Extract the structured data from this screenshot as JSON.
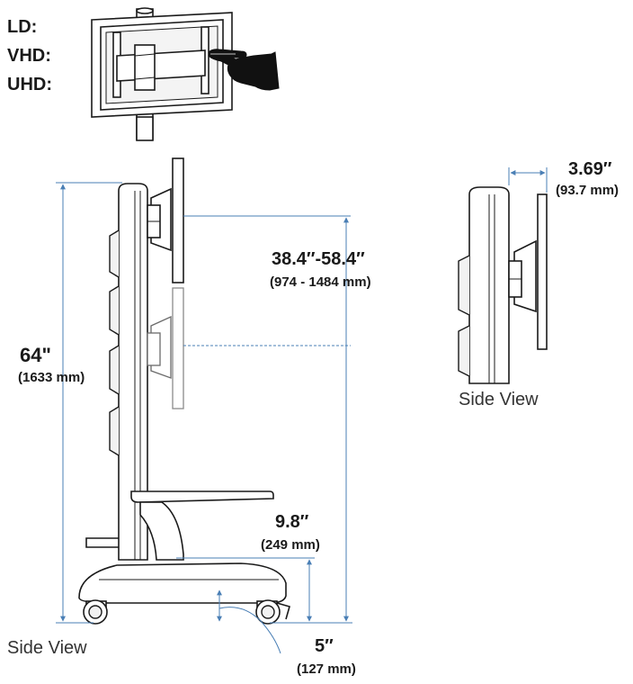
{
  "labels": {
    "ld": "LD:",
    "vhd": "VHD:",
    "uhd": "UHD:"
  },
  "dimensions": {
    "height_in": "64\"",
    "height_mm": "(1633 mm)",
    "range_in": "38.4″-58.4″",
    "range_mm": "(974 - 1484 mm)",
    "depth_in": "3.69″",
    "depth_mm": "(93.7 mm)",
    "shelf_in": "9.8″",
    "shelf_mm": "(249 mm)",
    "caster_in": "5″",
    "caster_mm": "(127 mm)"
  },
  "views": {
    "main_label": "Side View",
    "detail_label": "Side View"
  },
  "colors": {
    "line": "#1a1a1a",
    "dimension": "#4a7fb5"
  },
  "icons": [
    "pointing-hand-icon"
  ]
}
